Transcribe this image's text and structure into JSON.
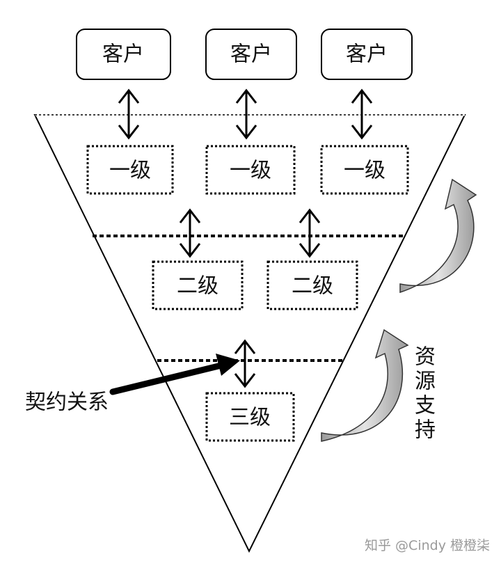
{
  "customers": [
    "客户",
    "客户",
    "客户"
  ],
  "level1": [
    "一级",
    "一级",
    "一级"
  ],
  "level2": [
    "二级",
    "二级"
  ],
  "level3": [
    "三级"
  ],
  "contract_label": "契约关系",
  "support_label": [
    "资",
    "源",
    "支",
    "持"
  ],
  "watermark": "知乎 @Cindy 橙橙柒"
}
